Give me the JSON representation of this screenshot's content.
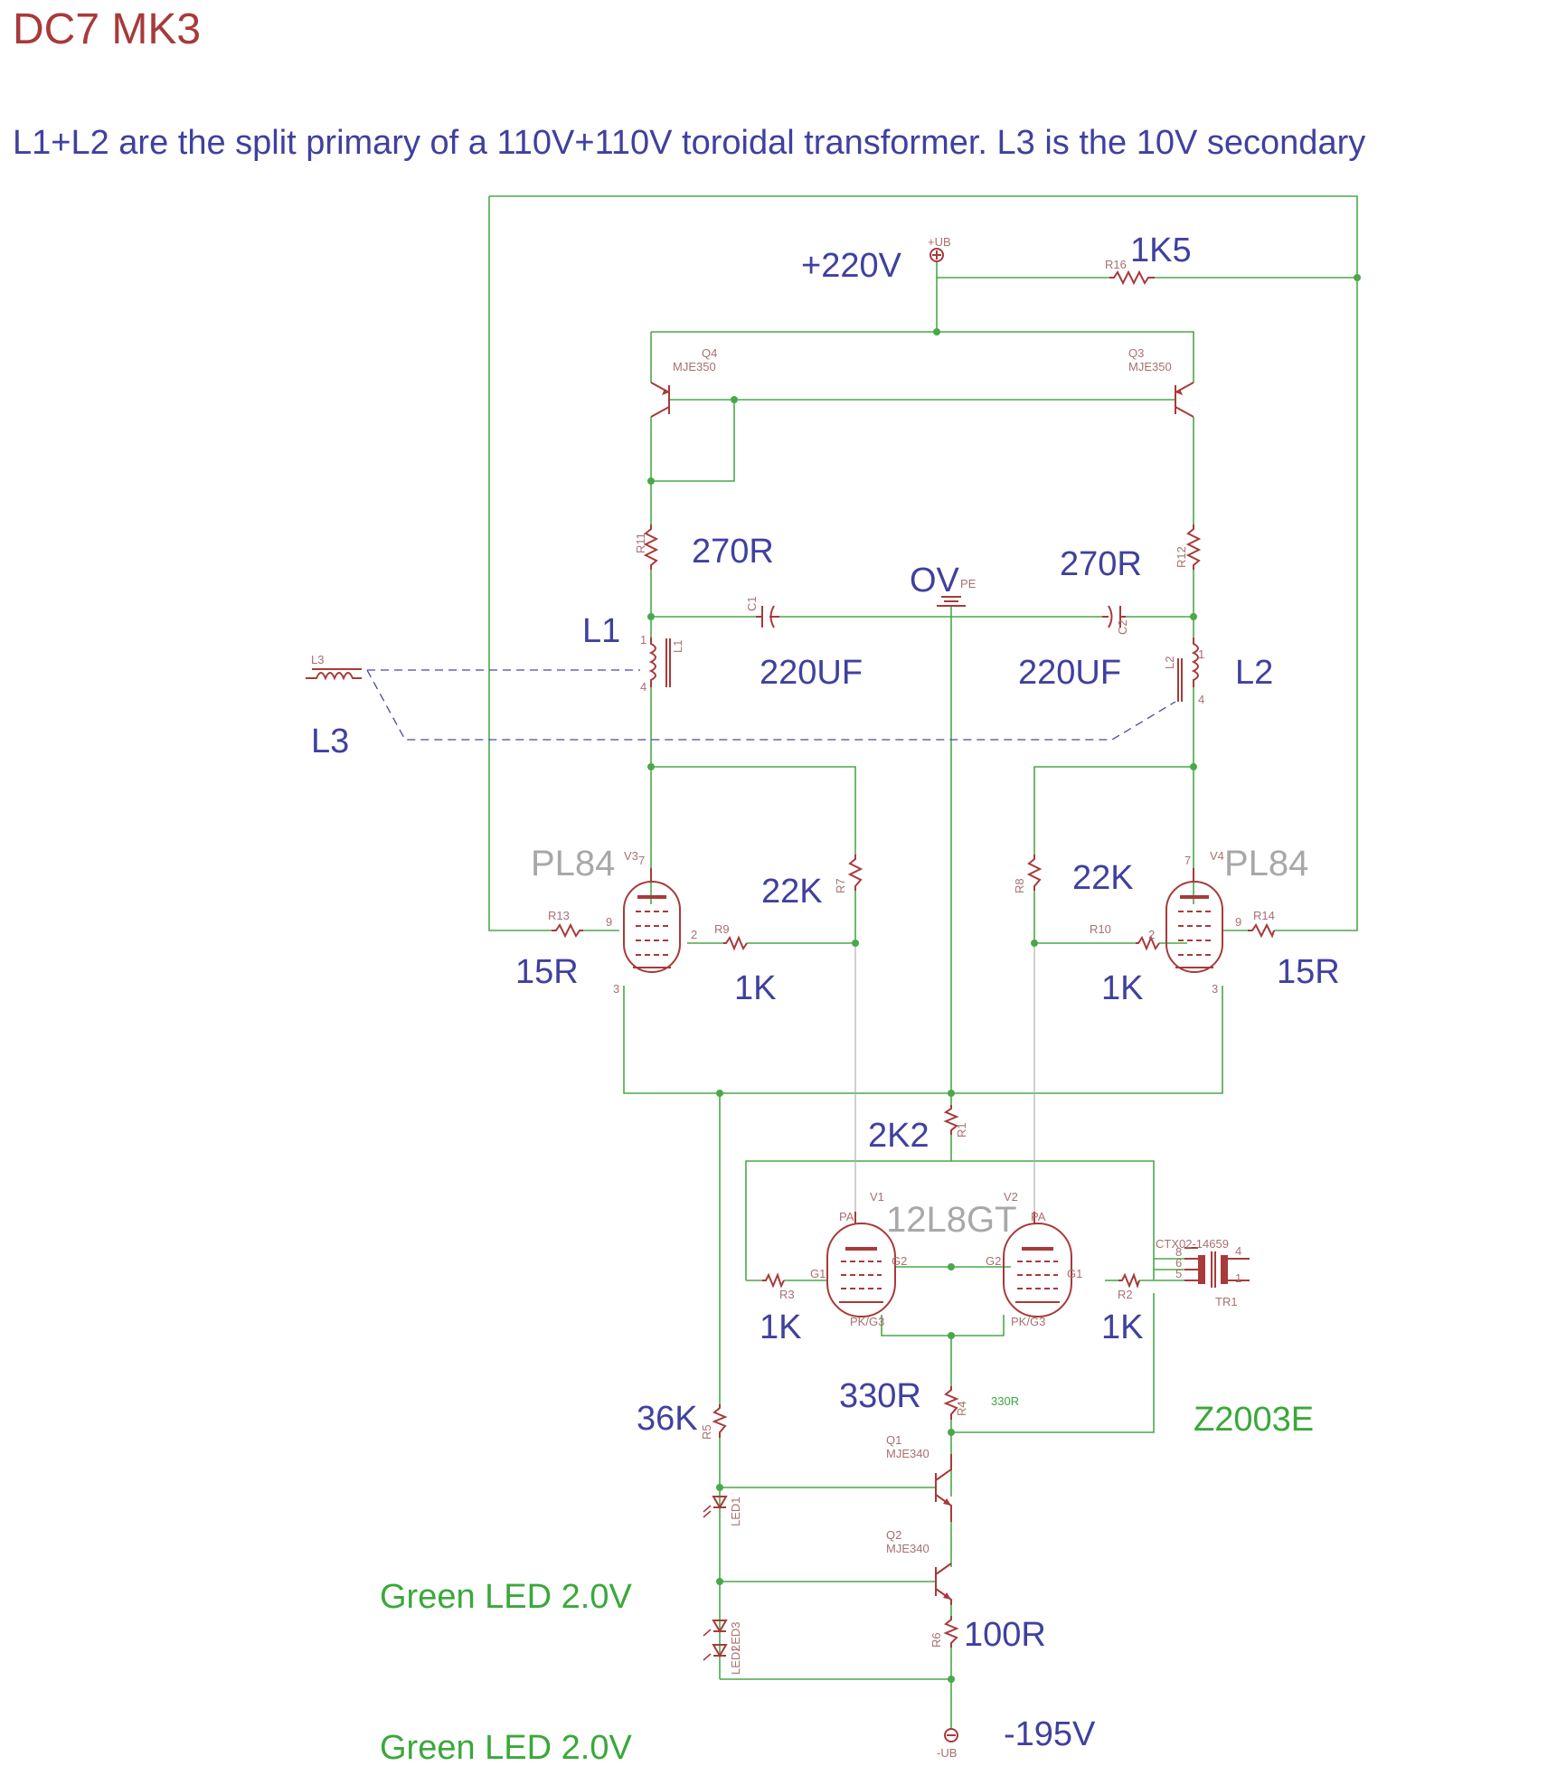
{
  "title": "DC7 MK3",
  "note": "L1+L2 are the split primary of a 110V+110V toroidal transformer. L3 is the 10V secondary",
  "colors": {
    "wire": "#4aa84a",
    "symbol": "#a83a3a",
    "value_text": "#4040a0",
    "green_text": "#3aa83a",
    "tube_label": "#a8a8a8"
  },
  "supplies": {
    "positive": "+220V",
    "positive_ref": "+UB",
    "ground": "OV",
    "ground_ref": "PE",
    "negative": "-195V",
    "negative_ref": "-UB"
  },
  "resistors": {
    "r16": {
      "ref": "R16",
      "value": "1K5"
    },
    "r11": {
      "ref": "R11",
      "value": "270R"
    },
    "r12": {
      "ref": "R12",
      "value": "270R"
    },
    "r7": {
      "ref": "R7",
      "value": "22K"
    },
    "r8": {
      "ref": "R8",
      "value": "22K"
    },
    "r13": {
      "ref": "R13",
      "value": "15R"
    },
    "r14": {
      "ref": "R14",
      "value": "15R"
    },
    "r9": {
      "ref": "R9",
      "value": "1K"
    },
    "r10": {
      "ref": "R10",
      "value": "1K"
    },
    "r1": {
      "ref": "R1",
      "value": "2K2"
    },
    "r3": {
      "ref": "R3",
      "value": "1K"
    },
    "r2": {
      "ref": "R2",
      "value": "1K"
    },
    "r4": {
      "ref": "R4",
      "value": "330R",
      "small_value": "330R"
    },
    "r5": {
      "ref": "R5",
      "value": "36K"
    },
    "r6": {
      "ref": "R6",
      "value": "100R"
    }
  },
  "capacitors": {
    "c1": {
      "ref": "C1",
      "value": "220UF"
    },
    "c2": {
      "ref": "C2",
      "value": "220UF"
    }
  },
  "inductors": {
    "l1": {
      "ref": "L1",
      "label": "L1"
    },
    "l2": {
      "ref": "L2",
      "label": "L2"
    },
    "l3": {
      "ref": "L3",
      "label": "L3"
    }
  },
  "transistors": {
    "q4": {
      "ref": "Q4",
      "part": "MJE350"
    },
    "q3": {
      "ref": "Q3",
      "part": "MJE350"
    },
    "q1": {
      "ref": "Q1",
      "part": "MJE340"
    },
    "q2": {
      "ref": "Q2",
      "part": "MJE340"
    }
  },
  "tubes": {
    "v3": {
      "ref": "V3",
      "type": "PL84"
    },
    "v4": {
      "ref": "V4",
      "type": "PL84"
    },
    "v1": {
      "ref": "V1",
      "type": "12L8GT"
    },
    "v2": {
      "ref": "V2"
    }
  },
  "pin_labels": {
    "pa": "PA",
    "g1": "G1",
    "g2": "G2",
    "pk_g3": "PK/G3"
  },
  "pentode_pins": {
    "p7": "7",
    "p9": "9",
    "p2": "2",
    "p3": "3"
  },
  "inductor_pins": {
    "p1": "1",
    "p4": "4"
  },
  "transformer": {
    "ref": "TR1",
    "part": "CTX02-14659",
    "pin4": "4",
    "pin1": "1",
    "pin6": "6",
    "pin5": "5",
    "pin8": "8"
  },
  "zener": {
    "label": "Z2003E"
  },
  "leds": {
    "led1": "LED1",
    "led2": "LED2",
    "led3": "LED3",
    "label_top": "Green LED 2.0V",
    "label_bottom": "Green LED 2.0V"
  }
}
